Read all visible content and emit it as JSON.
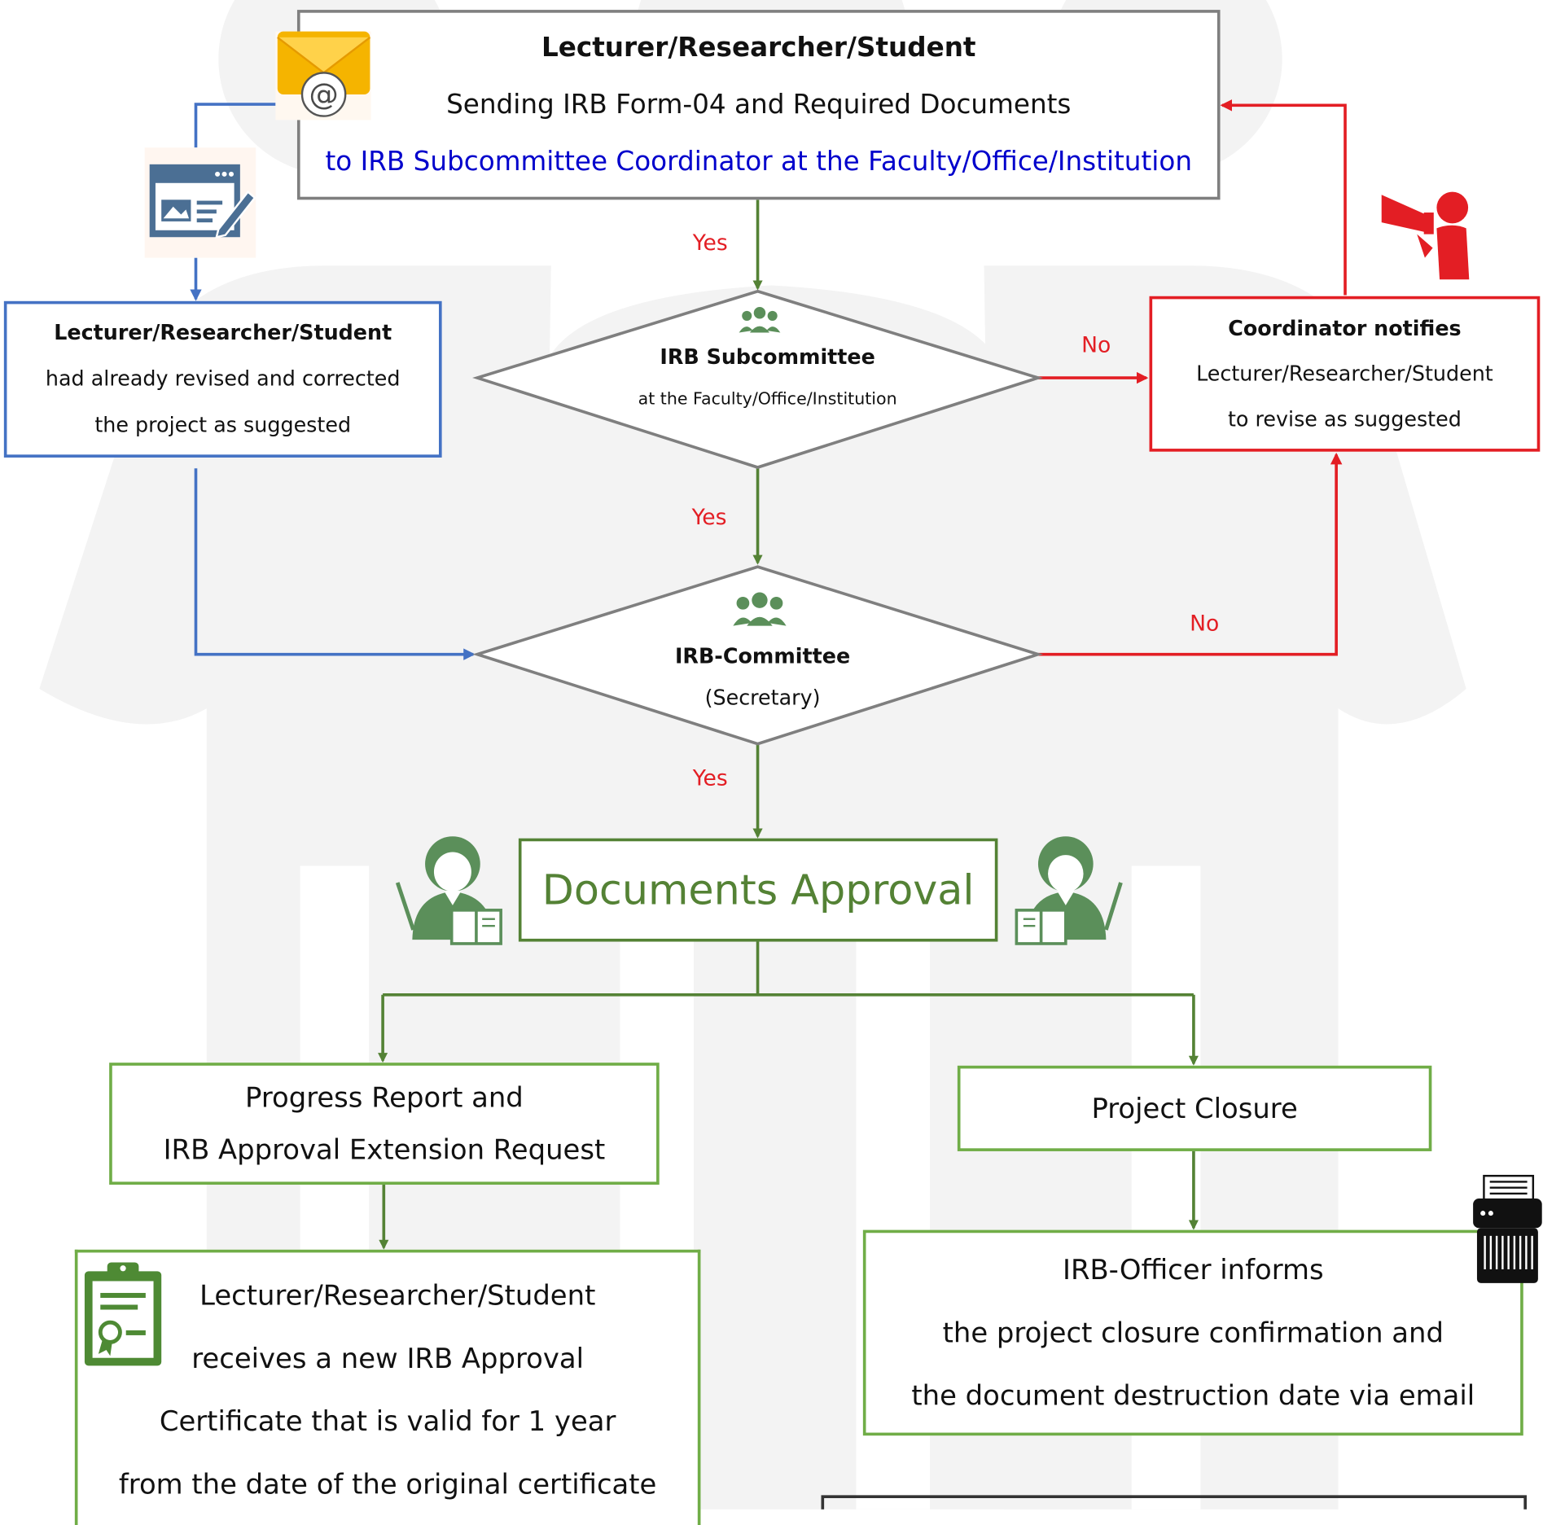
{
  "colors": {
    "gray": "#7f7f7f",
    "green": "#548235",
    "light_green": "#70ad47",
    "red": "#e31e24",
    "blue": "#4472c4",
    "link_blue": "#0000cc",
    "yes_label": "#e31e24",
    "watermark": "#f2f2f2"
  },
  "top_box": {
    "line1": "Lecturer/Researcher/Student",
    "line2": "Sending IRB Form-04 and Required Documents",
    "line3": "to IRB Subcommittee Coordinator at the Faculty/Office/Institution"
  },
  "left_box": {
    "line1": "Lecturer/Researcher/Student",
    "line2": "had already revised and corrected",
    "line3": "the project as suggested"
  },
  "right_box": {
    "line1": "Coordinator notifies",
    "line2": "Lecturer/Researcher/Student",
    "line3": "to revise as suggested"
  },
  "diamond1": {
    "line1": "IRB Subcommittee",
    "line2": "at the Faculty/Office/Institution"
  },
  "diamond2": {
    "line1": "IRB-Committee",
    "line2": "(Secretary)"
  },
  "labels": {
    "yes1": "Yes",
    "yes2": "Yes",
    "yes3": "Yes",
    "no1": "No",
    "no2": "No"
  },
  "approval": {
    "title": "Documents Approval"
  },
  "progress_box": {
    "line1": "Progress Report and",
    "line2": "IRB Approval Extension Request"
  },
  "closure_box": {
    "line1": "Project Closure"
  },
  "certificate_box": {
    "line1": "Lecturer/Researcher/Student",
    "line2": "receives a new IRB Approval",
    "line3": "Certificate that is valid for 1 year",
    "line4": "from the date of the original certificate"
  },
  "officer_box": {
    "line1": "IRB-Officer informs",
    "line2": "the project closure confirmation and",
    "line3": "the document destruction date via email"
  },
  "icons": [
    "email-icon",
    "web-form-icon",
    "megaphone-person-icon",
    "group-icon",
    "teacher-icon",
    "certificate-icon",
    "shredder-icon"
  ]
}
